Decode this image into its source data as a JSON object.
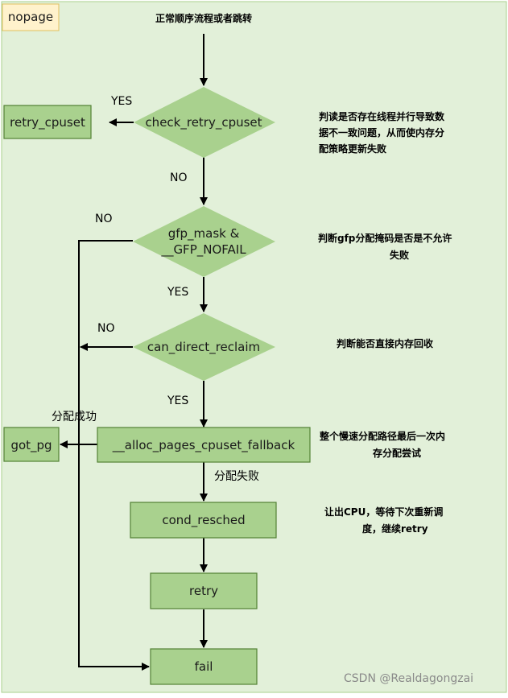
{
  "tag": "nopage",
  "start_label": "正常顺序流程或者跳转",
  "nodes": {
    "retry_cpuset": "retry_cpuset",
    "check_retry_cpuset": "check_retry_cpuset",
    "gfp_mask_line1": "gfp_mask &",
    "gfp_mask_line2": "__GFP_NOFAIL",
    "can_direct_reclaim": "can_direct_reclaim",
    "alloc_fallback": "__alloc_pages_cpuset_fallback",
    "got_pg": "got_pg",
    "cond_resched": "cond_resched",
    "retry": "retry",
    "fail": "fail"
  },
  "edges": {
    "check_yes": "YES",
    "check_no": "NO",
    "gfp_no": "NO",
    "gfp_yes": "YES",
    "reclaim_no": "NO",
    "reclaim_yes": "YES",
    "alloc_success": "分配成功",
    "alloc_fail": "分配失败"
  },
  "notes": {
    "n1_l1": "判读是否存在线程并行导致数",
    "n1_l2": "据不一致问题，从而使内存分",
    "n1_l3": "配策略更新失败",
    "n2_l1": "判断gfp分配掩码是否是不允许",
    "n2_l2": "失败",
    "n3_l1": "判断能否直接内存回收",
    "n4_l1": "整个慢速分配路径最后一次内",
    "n4_l2": "存分配尝试",
    "n5_l1": "让出CPU，等待下次重新调",
    "n5_l2": "度，继续retry"
  },
  "watermark": "CSDN @Realdagongzai",
  "colors": {
    "background": "#e2f0d9",
    "node_fill": "#a9d18e",
    "node_border": "#538135",
    "tag_fill": "#fff2cc"
  }
}
